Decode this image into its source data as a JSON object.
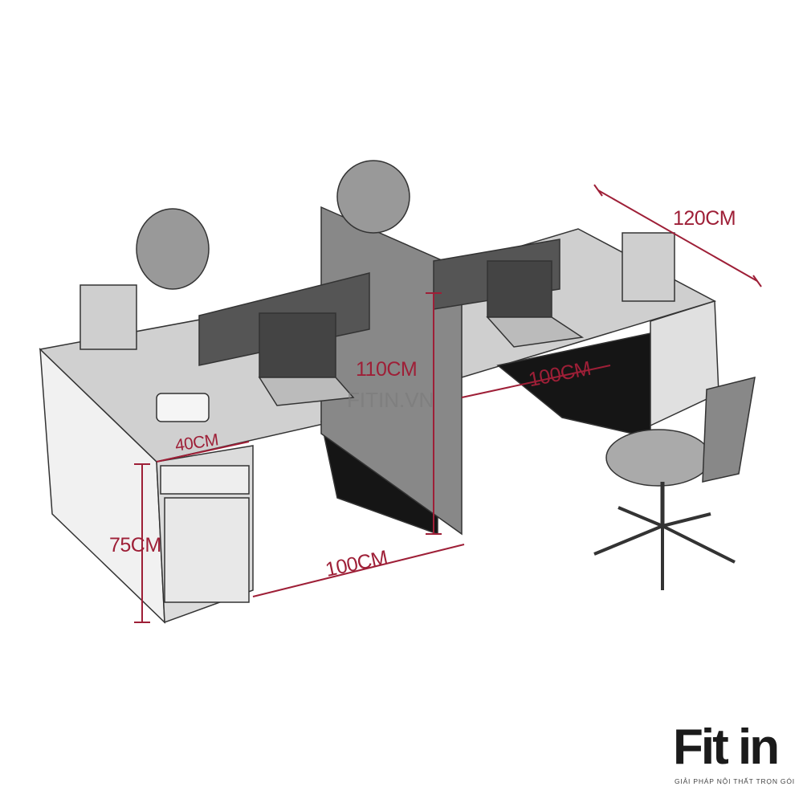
{
  "dimensions": {
    "depth": "120CM",
    "divider_height": "110CM",
    "upper_width": "100CM",
    "pedestal_width": "40CM",
    "desk_height": "75CM",
    "lower_width": "100CM"
  },
  "watermark": "FITIN.VN",
  "logo": {
    "name": "Fit in",
    "tagline": "GIẢI PHÁP NỘI THẤT TRỌN GÓI"
  },
  "colors": {
    "dimension": "#9e1f37",
    "logo": "#1b1b1b"
  }
}
